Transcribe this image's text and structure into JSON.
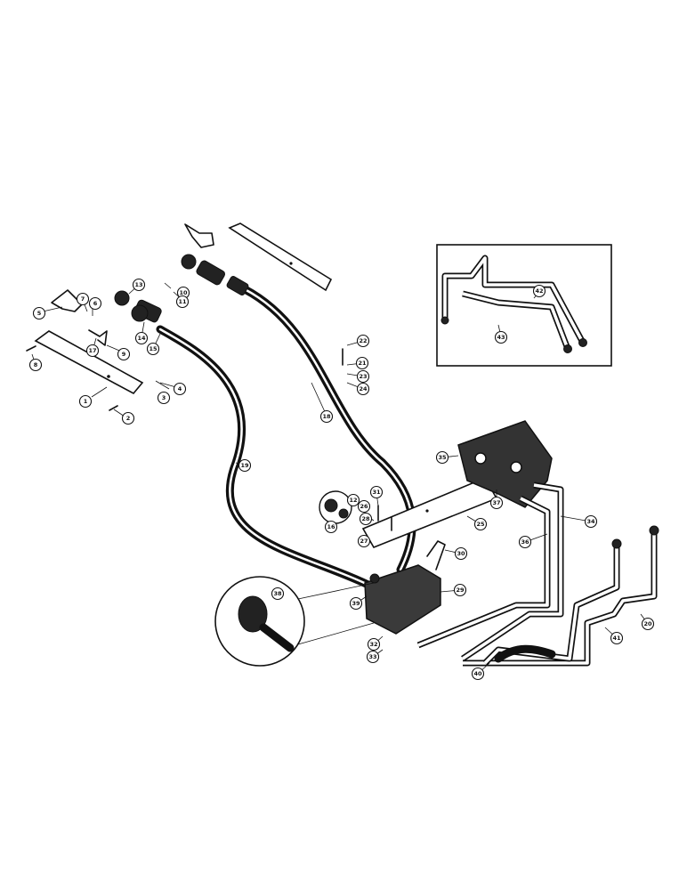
{
  "callouts": [
    {
      "label": "1"
    },
    {
      "label": "2"
    },
    {
      "label": "3"
    },
    {
      "label": "4"
    },
    {
      "label": "5"
    },
    {
      "label": "6"
    },
    {
      "label": "7"
    },
    {
      "label": "8"
    },
    {
      "label": "9"
    },
    {
      "label": "10"
    },
    {
      "label": "11"
    },
    {
      "label": "12"
    },
    {
      "label": "13"
    },
    {
      "label": "14"
    },
    {
      "label": "15"
    },
    {
      "label": "16"
    },
    {
      "label": "17"
    },
    {
      "label": "18"
    },
    {
      "label": "19"
    },
    {
      "label": "20"
    },
    {
      "label": "21"
    },
    {
      "label": "22"
    },
    {
      "label": "23"
    },
    {
      "label": "24"
    },
    {
      "label": "25"
    },
    {
      "label": "26"
    },
    {
      "label": "27"
    },
    {
      "label": "28"
    },
    {
      "label": "29"
    },
    {
      "label": "30"
    },
    {
      "label": "31"
    },
    {
      "label": "32"
    },
    {
      "label": "33"
    },
    {
      "label": "34"
    },
    {
      "label": "35"
    },
    {
      "label": "36"
    },
    {
      "label": "37"
    },
    {
      "label": "38"
    },
    {
      "label": "39"
    },
    {
      "label": "40"
    },
    {
      "label": "41"
    },
    {
      "label": "42"
    },
    {
      "label": "43"
    }
  ]
}
